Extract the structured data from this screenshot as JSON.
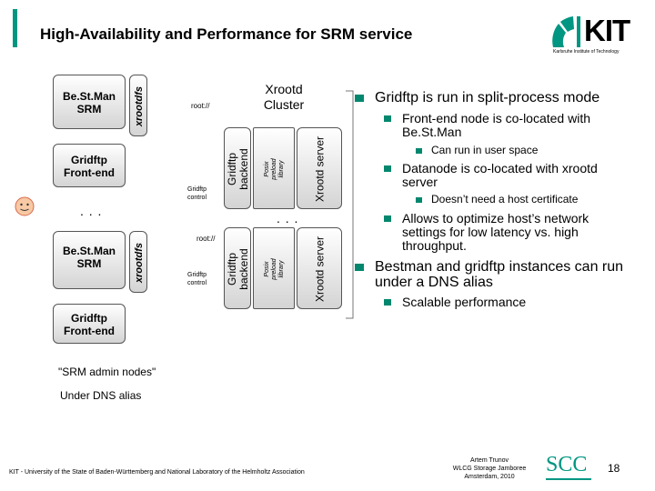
{
  "slide": {
    "title": "High-Availability and Performance for SRM service"
  },
  "logo": {
    "wordmark": "KIT",
    "subtitle": "Karlsruhe Institute of Technology"
  },
  "diagram": {
    "top": {
      "bestman": "Be.St.Man SRM",
      "gridftp_frontend": "Gridftp Front-end",
      "xrootdfs": "xrootdfs",
      "root_url": "root://",
      "gridftp_control": "Gridftp control",
      "gridftp_backend": "Gridftp backend",
      "posix_preload": "Posix preload library",
      "xrootd_server": "Xrootd server"
    },
    "bottom": {
      "bestman": "Be.St.Man SRM",
      "gridftp_frontend": "Gridftp Front-end",
      "xrootdfs": "xrootdfs",
      "root_url": "root://",
      "gridftp_control": "Gridftp control",
      "gridftp_backend": "Gridftp backend",
      "posix_preload": "Posix preload library",
      "xrootd_server": "Xrootd server"
    },
    "cluster_label": "Xrootd Cluster",
    "ellipsis_left": ". . .",
    "ellipsis_right": ". . ."
  },
  "bullets": {
    "b1": "Gridftp is run in split-process mode",
    "b1a": "Front-end node is co-located with Be.St.Man",
    "b1a1": "Can run in user space",
    "b1b": "Datanode is co-located with xrootd server",
    "b1b1": "Doesn’t need a host certificate",
    "b1c": "Allows to optimize host’s network settings for low latency vs. high throughput.",
    "b2": "Bestman and gridftp instances can run under a DNS alias",
    "b2a": "Scalable performance"
  },
  "notes": {
    "srm_admin": "\"SRM admin nodes\"",
    "dns_alias": "Under DNS alias"
  },
  "footer": {
    "institution": "KIT - University of the State of Baden-Württemberg and National Laboratory of the Helmholtz Association",
    "presenter_name": "Artem Trunov",
    "presenter_event": "WLCG Storage Jamboree",
    "presenter_place": "Amsterdam, 2010",
    "scc_logo": "SCC",
    "page_number": "18"
  },
  "colors": {
    "accent": "#009682",
    "bullet": "#00876e",
    "cluster_line": "#777777"
  }
}
